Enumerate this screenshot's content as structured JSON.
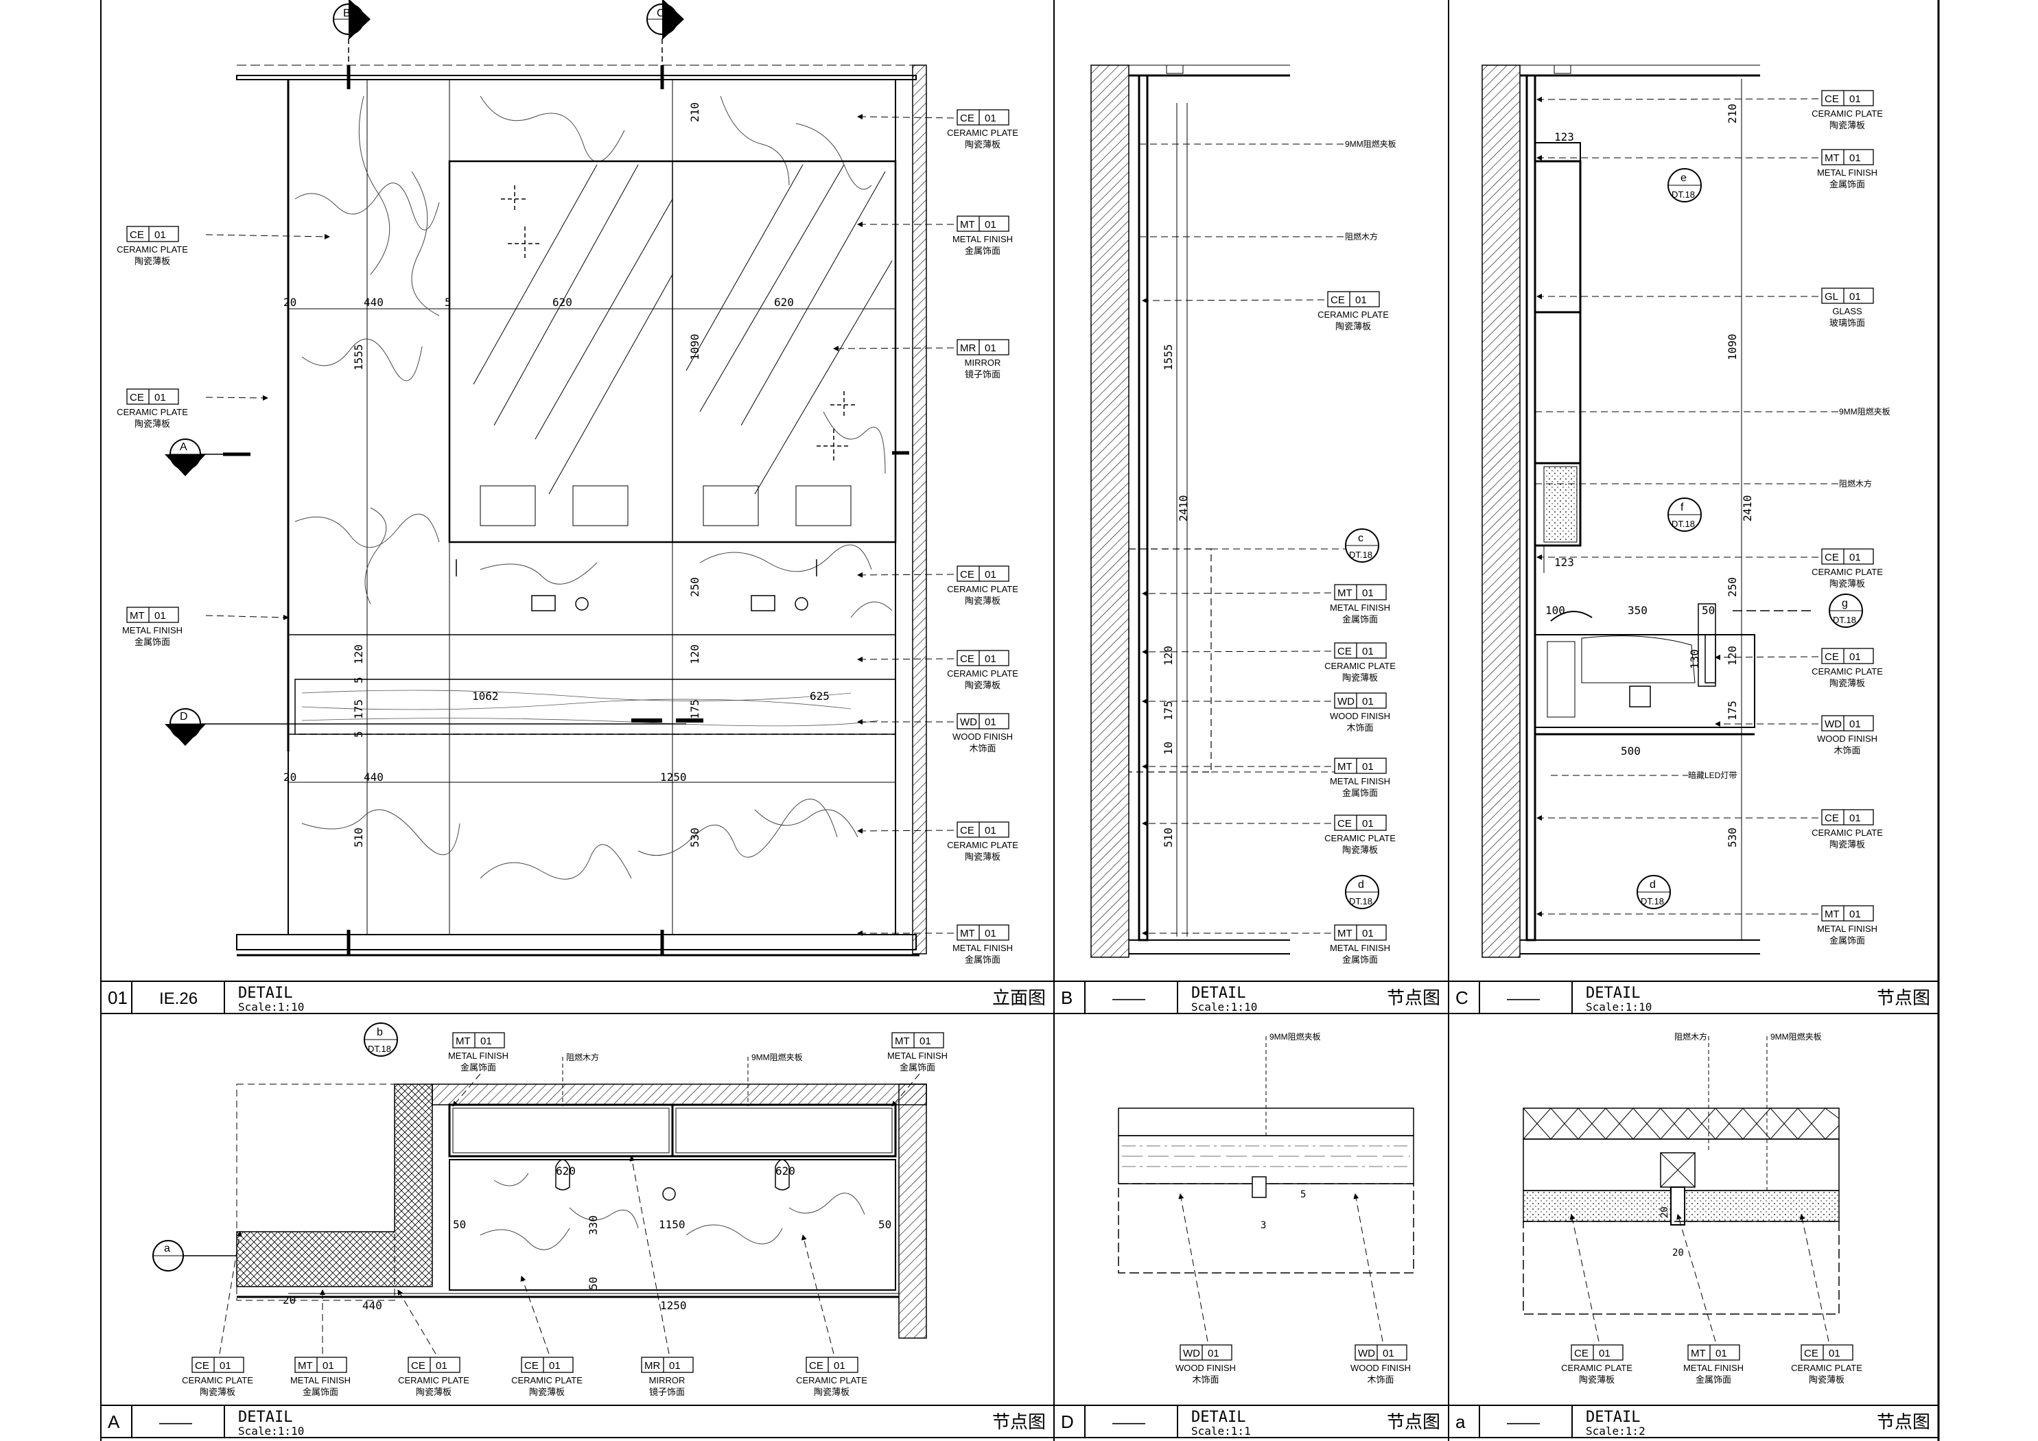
{
  "tags": {
    "ce": {
      "code": "CE",
      "num": "01",
      "en": "CERAMIC PLATE",
      "cn": "陶瓷薄板"
    },
    "mt": {
      "code": "MT",
      "num": "01",
      "en": "METAL FINISH",
      "cn": "金属饰面"
    },
    "mr": {
      "code": "MR",
      "num": "01",
      "en": "MIRROR",
      "cn": "镜子饰面"
    },
    "wd": {
      "code": "WD",
      "num": "01",
      "en": "WOOD FINISH",
      "cn": "木饰面"
    },
    "gl": {
      "code": "GL",
      "num": "01",
      "en": "GLASS",
      "cn": "玻璃饰面"
    }
  },
  "notes": {
    "plywood9": "9MM阻燃夹板",
    "woodkeel": "阻燃木方",
    "led": "暗藏LED灯带",
    "mtt_cn": "陶瓷薄板"
  },
  "section_marks": {
    "B": "B",
    "C": "C",
    "A": "A",
    "D": "D",
    "c": "c",
    "d": "d",
    "e": "e",
    "f": "f",
    "g": "g",
    "b": "b",
    "a": "a",
    "ref": "DT.18"
  },
  "titles": {
    "p1": {
      "id": "01",
      "sheet": "IE.26",
      "name": "DETAIL",
      "scale": "Scale:1:10",
      "type": "立面图"
    },
    "pB": {
      "id": "B",
      "sheet": "——",
      "name": "DETAIL",
      "scale": "Scale:1:10",
      "type": "节点图"
    },
    "pC": {
      "id": "C",
      "sheet": "——",
      "name": "DETAIL",
      "scale": "Scale:1:10",
      "type": "节点图"
    },
    "pA": {
      "id": "A",
      "sheet": "——",
      "name": "DETAIL",
      "scale": "Scale:1:10",
      "type": "节点图"
    },
    "pD": {
      "id": "D",
      "sheet": "——",
      "name": "DETAIL",
      "scale": "Scale:1:1",
      "type": "节点图"
    },
    "pa": {
      "id": "a",
      "sheet": "——",
      "name": "DETAIL",
      "scale": "Scale:1:2",
      "type": "节点图"
    }
  },
  "dims": {
    "elev": {
      "d20a": "20",
      "d440a": "440",
      "d5": "5",
      "d620a": "620",
      "d620b": "620",
      "d210": "210",
      "d1090": "1090",
      "d1555": "1555",
      "d250": "250",
      "d120a": "120",
      "d120b": "120",
      "d175a": "175",
      "d175b": "175",
      "d1062": "1062",
      "d625": "625",
      "d20b": "20",
      "d440b": "440",
      "d1250": "1250",
      "d510": "510",
      "d530": "530",
      "d5b": "5",
      "d5c": "5"
    },
    "secB": {
      "d1555": "1555",
      "d2410": "2410",
      "d120": "120",
      "d175": "175",
      "d510": "510",
      "d10": "10"
    },
    "secC": {
      "d210": "210",
      "d123a": "123",
      "d1090": "1090",
      "d2410": "2410",
      "d123b": "123",
      "d100": "100",
      "d350": "350",
      "d250": "250",
      "d50": "50",
      "d130": "130",
      "d120": "120",
      "d175": "175",
      "d500": "500",
      "d530": "530"
    },
    "planA": {
      "d50a": "50",
      "d330": "330",
      "d1150": "1150",
      "d50b": "50",
      "d50c": "50",
      "d20": "20",
      "d440": "440",
      "d1250": "1250",
      "d620a": "620",
      "d620b": "620"
    },
    "detD": {
      "d5": "5",
      "d3": "3"
    },
    "deta": {
      "d20a": "20",
      "d20b": "20"
    }
  }
}
